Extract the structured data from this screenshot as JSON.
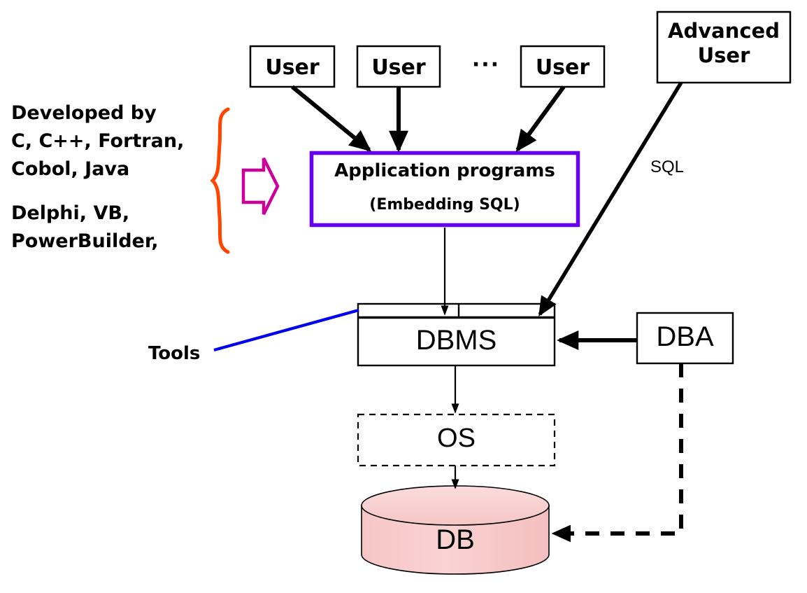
{
  "diagram": {
    "title": "DBMS architecture diagram",
    "colors": {
      "app_box_border": "#6600ee",
      "brace": "#ff4500",
      "block_arrow": "#cc0099",
      "tools_line": "#0000ee",
      "db_body": "#f7c3c3",
      "db_top": "#fad6d6",
      "outline": "#000000",
      "background": "#ffffff"
    },
    "nodes": {
      "user_1": {
        "label": "User"
      },
      "user_2": {
        "label": "User"
      },
      "user_ellipsis": {
        "label": "···"
      },
      "user_3": {
        "label": "User"
      },
      "advanced_user": {
        "line1": "Advanced",
        "line2": "User"
      },
      "application_programs": {
        "line1": "Application programs",
        "line2": "(Embedding SQL)"
      },
      "dbms": {
        "label": "DBMS"
      },
      "os": {
        "label": "OS"
      },
      "db": {
        "label": "DB"
      },
      "dba": {
        "label": "DBA"
      }
    },
    "edge_labels": {
      "sql": "SQL",
      "tools": "Tools"
    },
    "side_note": {
      "block_1": [
        "Developed by",
        "C, C++, Fortran,",
        "Cobol, Java"
      ],
      "block_2": [
        "Delphi, VB,",
        "PowerBuilder,"
      ]
    }
  }
}
